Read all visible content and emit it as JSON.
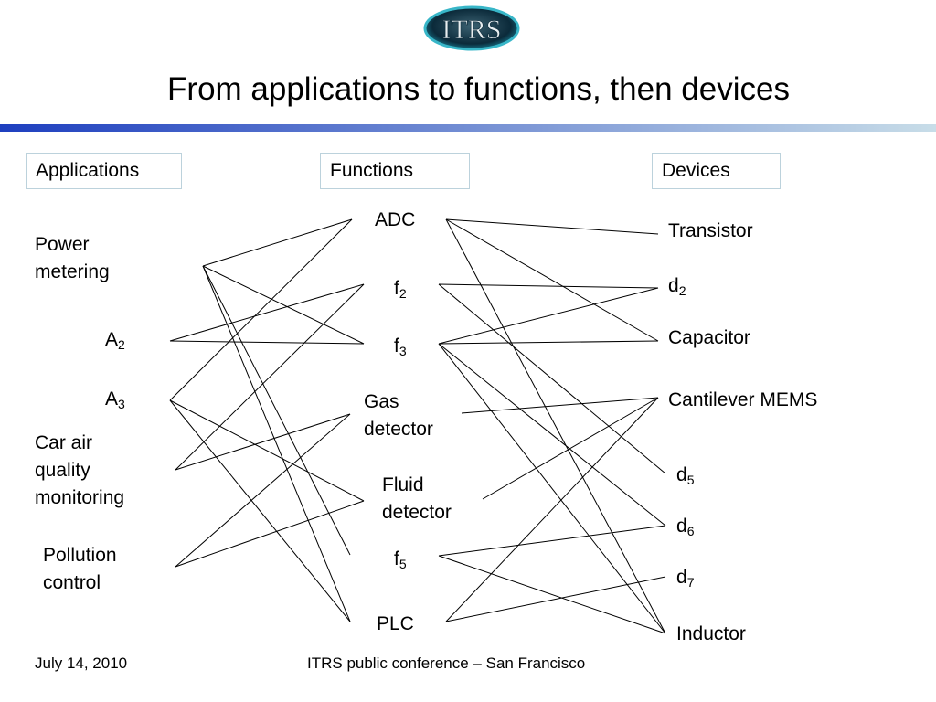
{
  "logo": {
    "text": "ITRS"
  },
  "title": "From applications to functions, then devices",
  "columns": {
    "applications": "Applications",
    "functions": "Functions",
    "devices": "Devices"
  },
  "applications": [
    {
      "id": "power",
      "text": "Power\nmetering"
    },
    {
      "id": "a2",
      "base": "A",
      "sub": "2"
    },
    {
      "id": "a3",
      "base": "A",
      "sub": "3"
    },
    {
      "id": "car",
      "text": "Car air\nquality\nmonitoring"
    },
    {
      "id": "pollution",
      "text": "Pollution\ncontrol"
    }
  ],
  "functions": [
    {
      "id": "adc",
      "text": "ADC"
    },
    {
      "id": "f2",
      "base": "f",
      "sub": "2"
    },
    {
      "id": "f3",
      "base": "f",
      "sub": "3"
    },
    {
      "id": "gas",
      "text": "Gas\ndetector"
    },
    {
      "id": "fluid",
      "text": "Fluid\ndetector"
    },
    {
      "id": "f5",
      "base": "f",
      "sub": "5"
    },
    {
      "id": "plc",
      "text": "PLC"
    }
  ],
  "devices": [
    {
      "id": "transistor",
      "text": "Transistor"
    },
    {
      "id": "d2",
      "base": "d",
      "sub": "2"
    },
    {
      "id": "capacitor",
      "text": "Capacitor"
    },
    {
      "id": "cantilever",
      "text": "Cantilever MEMS"
    },
    {
      "id": "d5",
      "base": "d",
      "sub": "5"
    },
    {
      "id": "d6",
      "base": "d",
      "sub": "6"
    },
    {
      "id": "d7",
      "base": "d",
      "sub": "7"
    },
    {
      "id": "inductor",
      "text": "Inductor"
    }
  ],
  "links_app_to_function": [
    [
      "power",
      "adc"
    ],
    [
      "power",
      "f3"
    ],
    [
      "power",
      "f5"
    ],
    [
      "power",
      "plc"
    ],
    [
      "a2",
      "f2"
    ],
    [
      "a2",
      "f3"
    ],
    [
      "a3",
      "adc"
    ],
    [
      "a3",
      "fluid"
    ],
    [
      "a3",
      "plc"
    ],
    [
      "car",
      "f2"
    ],
    [
      "car",
      "gas"
    ],
    [
      "pollution",
      "gas"
    ],
    [
      "pollution",
      "fluid"
    ]
  ],
  "links_function_to_device": [
    [
      "adc",
      "transistor"
    ],
    [
      "adc",
      "capacitor"
    ],
    [
      "adc",
      "inductor"
    ],
    [
      "f2",
      "d2"
    ],
    [
      "f2",
      "d5"
    ],
    [
      "f3",
      "d2"
    ],
    [
      "f3",
      "capacitor"
    ],
    [
      "f3",
      "d6"
    ],
    [
      "f3",
      "inductor"
    ],
    [
      "gas",
      "cantilever"
    ],
    [
      "fluid",
      "cantilever"
    ],
    [
      "f5",
      "d6"
    ],
    [
      "f5",
      "inductor"
    ],
    [
      "plc",
      "d7"
    ],
    [
      "plc",
      "cantilever"
    ]
  ],
  "footer": {
    "date": "July 14, 2010",
    "conference": "ITRS public conference – San Francisco"
  },
  "colors": {
    "title_bar_start": "#1e3fbf",
    "title_bar_end": "#c8dde8",
    "header_border": "#bcd2dc",
    "line": "#000000"
  }
}
